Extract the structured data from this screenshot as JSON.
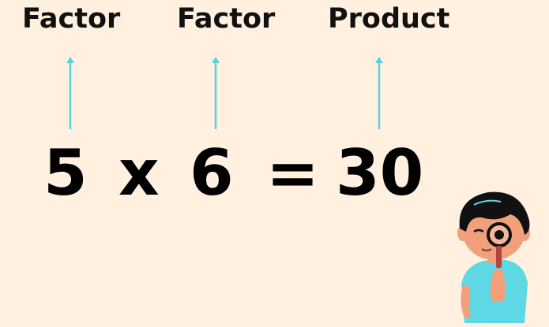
{
  "labels": {
    "factor_1": "Factor",
    "factor_2": "Factor",
    "product": "Product"
  },
  "equation": {
    "factor_1": "5",
    "times": "x",
    "factor_2": "6",
    "equals": "=",
    "product": "30"
  },
  "colors": {
    "background": "#FFF0DF",
    "arrow": "#5AD2DE",
    "text": "#111111"
  },
  "icons": {
    "arrows": "up-arrow-icon",
    "character": "kid-with-magnifying-glass-icon"
  }
}
